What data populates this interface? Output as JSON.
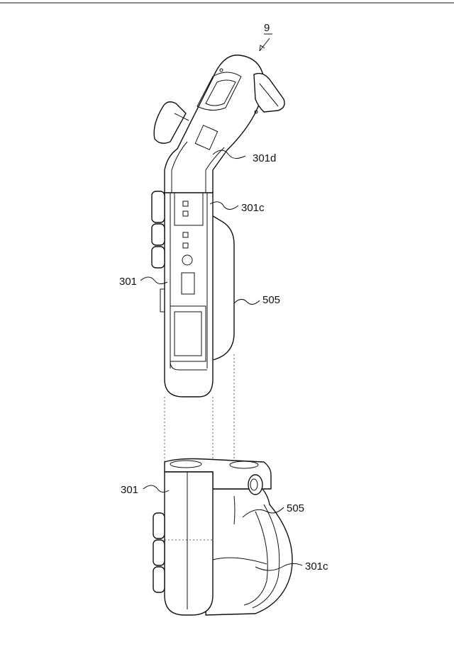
{
  "figure": {
    "ref_number": "9",
    "upper_view": {
      "labels": {
        "upper_housing": "301d",
        "slider": "301c",
        "controller": "301",
        "attachment": "505"
      }
    },
    "lower_view": {
      "labels": {
        "controller": "301",
        "attachment": "505",
        "slider": "301c"
      }
    }
  }
}
